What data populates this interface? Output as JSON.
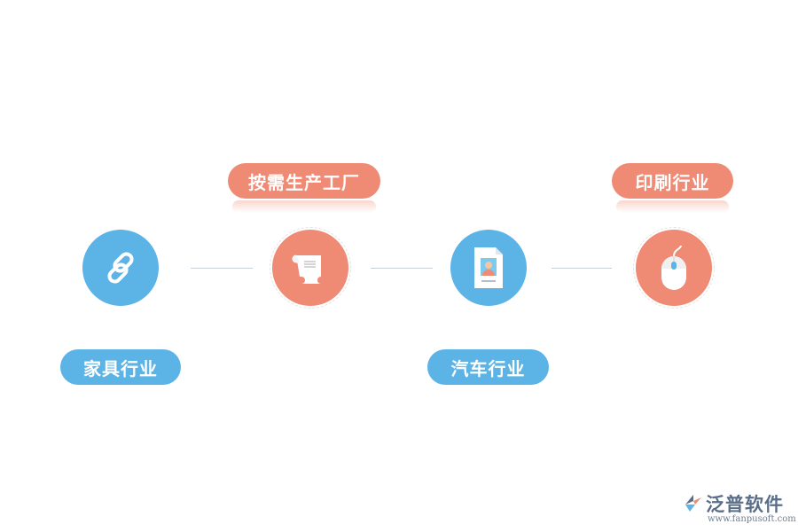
{
  "nodes": [
    {
      "id": "furniture",
      "label": "家具行业",
      "icon": "link-icon",
      "color": "#5bb3e6"
    },
    {
      "id": "on-demand",
      "label": "按需生产工厂",
      "icon": "scroll-icon",
      "color": "#ef8a74"
    },
    {
      "id": "auto",
      "label": "汽车行业",
      "icon": "id-document-icon",
      "color": "#5bb3e6"
    },
    {
      "id": "printing",
      "label": "印刷行业",
      "icon": "mouse-icon",
      "color": "#ef8a74"
    }
  ],
  "watermark": {
    "brand": "泛普软件",
    "url": "www.fanpusoft.com"
  }
}
